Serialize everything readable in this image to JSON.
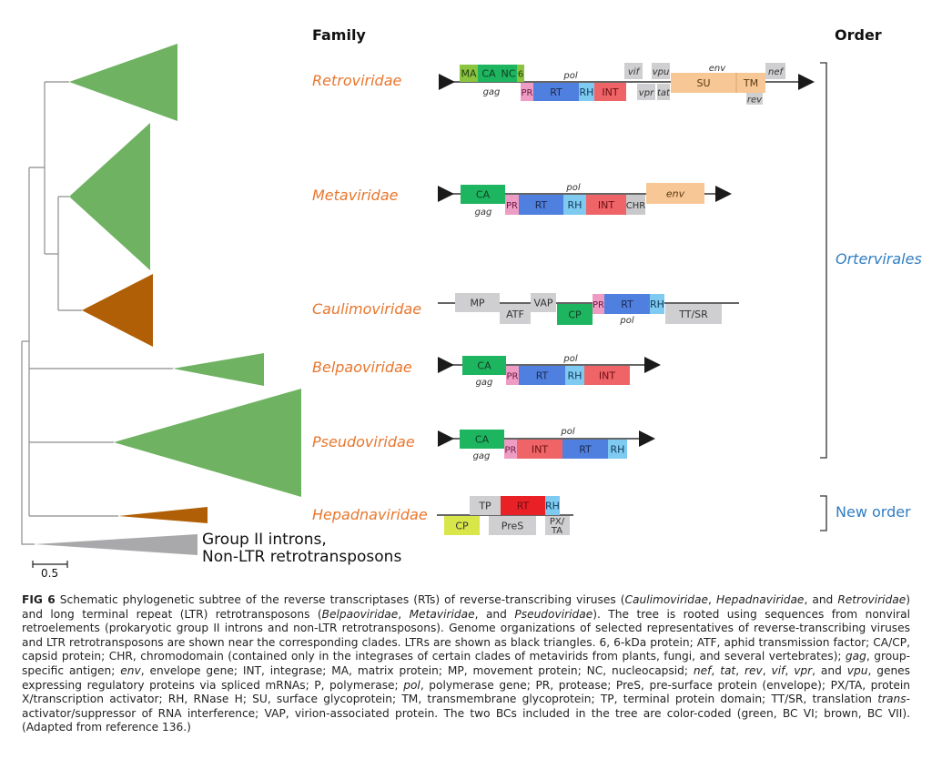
{
  "headers": {
    "family": "Family",
    "order": "Order"
  },
  "colors": {
    "bc_vi_green": "#6fb262",
    "bc_vii_brown": "#b05f06",
    "outgroup_gray": "#a9a9ab",
    "family_label": "#e8772e",
    "order_label": "#2f7dc2",
    "MA": "#8bc43f",
    "CA": "#1db55f",
    "NC": "#1db55f",
    "6": "#8bc43f",
    "PR": "#ee9cc4",
    "RT": "#4f7fdf",
    "RH": "#7fcaf1",
    "INT": "#ee6467",
    "env": "#f7c795",
    "accessory": "#cfcfd1",
    "CHR": "#c9c9cb",
    "hep_RT": "#ea2027",
    "hep_CP": "#d8e64a",
    "LTR": "#1a1a1a"
  },
  "tree": {
    "clades": [
      {
        "name": "Retroviridae",
        "bc": "BC VI",
        "color": "green"
      },
      {
        "name": "Metaviridae",
        "bc": "BC VI",
        "color": "green"
      },
      {
        "name": "Caulimoviridae",
        "bc": "BC VII",
        "color": "brown"
      },
      {
        "name": "Belpaoviridae",
        "bc": "BC VI",
        "color": "green"
      },
      {
        "name": "Pseudoviridae",
        "bc": "BC VI",
        "color": "green"
      },
      {
        "name": "Hepadnaviridae",
        "bc": "BC VII",
        "color": "brown"
      },
      {
        "name": "Group II introns, Non-LTR retrotransposons",
        "bc": "outgroup",
        "color": "gray"
      }
    ],
    "outgroup_label_line1": "Group II introns,",
    "outgroup_label_line2": "Non-LTR retrotransposons",
    "scale_bar_label": "0.5"
  },
  "families": [
    {
      "name": "Retroviridae"
    },
    {
      "name": "Metaviridae"
    },
    {
      "name": "Caulimoviridae"
    },
    {
      "name": "Belpaoviridae"
    },
    {
      "name": "Pseudoviridae"
    },
    {
      "name": "Hepadnaviridae"
    }
  ],
  "orders": {
    "ortervirales": "Ortervirales",
    "new_order": "New order"
  },
  "genomes": {
    "retroviridae": {
      "ltr": true,
      "gag_label": "gag",
      "pol_label": "pol",
      "env_label": "env",
      "gag": [
        "MA",
        "CA",
        "NC",
        "6"
      ],
      "pol": [
        "PR",
        "RT",
        "RH",
        "INT"
      ],
      "env": [
        "SU",
        "TM"
      ],
      "accessory_top": [
        "vif",
        "vpu",
        "nef"
      ],
      "accessory_bottom": [
        "vpr",
        "tat",
        "rev"
      ]
    },
    "metaviridae": {
      "ltr": true,
      "gag_label": "gag",
      "pol_label": "pol",
      "gag": [
        "CA"
      ],
      "pol": [
        "PR",
        "RT",
        "RH",
        "INT",
        "CHR"
      ],
      "env": [
        "env"
      ]
    },
    "caulimoviridae": {
      "ltr": false,
      "pol_label": "pol",
      "orfs": [
        "MP",
        "ATF",
        "VAP",
        "CP",
        "PR",
        "RT",
        "RH",
        "TT/SR"
      ]
    },
    "belpaoviridae": {
      "ltr": true,
      "gag_label": "gag",
      "pol_label": "pol",
      "gag": [
        "CA"
      ],
      "pol": [
        "PR",
        "RT",
        "RH",
        "INT"
      ]
    },
    "pseudoviridae": {
      "ltr": true,
      "gag_label": "gag",
      "pol_label": "pol",
      "gag": [
        "CA"
      ],
      "pol": [
        "PR",
        "INT",
        "RT",
        "RH"
      ]
    },
    "hepadnaviridae": {
      "ltr": false,
      "orfs_top": [
        "TP",
        "RT",
        "RH"
      ],
      "orfs_bottom": [
        "CP",
        "PreS",
        "PX/\nTA"
      ],
      "px_line1": "PX/",
      "px_line2": "TA"
    }
  },
  "caption": {
    "label": "FIG 6",
    "segments": [
      {
        "t": " Schematic phylogenetic subtree of the reverse transcriptases (RTs) of reverse-transcribing viruses ("
      },
      {
        "t": "Caulimoviridae",
        "i": true
      },
      {
        "t": ", "
      },
      {
        "t": "Hepadnaviridae",
        "i": true
      },
      {
        "t": ", and "
      },
      {
        "t": "Retroviridae",
        "i": true
      },
      {
        "t": ") and long terminal repeat (LTR) retrotransposons ("
      },
      {
        "t": "Belpaoviridae",
        "i": true
      },
      {
        "t": ", "
      },
      {
        "t": "Metaviridae",
        "i": true
      },
      {
        "t": ", and "
      },
      {
        "t": "Pseudoviridae",
        "i": true
      },
      {
        "t": "). The tree is rooted using sequences from nonviral retroelements (prokaryotic group II introns and non-LTR retrotransposons). Genome organizations of selected representatives of reverse-transcribing viruses and LTR retrotransposons are shown near the corresponding clades. LTRs are shown as black triangles. 6, 6-kDa protein; ATF, aphid transmission factor; CA/CP, capsid protein; CHR, chromodomain (contained only in the integrases of certain clades of metavirids from plants, fungi, and several vertebrates); "
      },
      {
        "t": "gag",
        "i": true
      },
      {
        "t": ", group-specific antigen; "
      },
      {
        "t": "env",
        "i": true
      },
      {
        "t": ", envelope gene; INT, integrase; MA, matrix protein; MP, movement protein; NC, nucleocapsid; "
      },
      {
        "t": "nef",
        "i": true
      },
      {
        "t": ", "
      },
      {
        "t": "tat",
        "i": true
      },
      {
        "t": ", "
      },
      {
        "t": "rev",
        "i": true
      },
      {
        "t": ", "
      },
      {
        "t": "vif",
        "i": true
      },
      {
        "t": ", "
      },
      {
        "t": "vpr",
        "i": true
      },
      {
        "t": ", and "
      },
      {
        "t": "vpu",
        "i": true
      },
      {
        "t": ", genes expressing regulatory proteins via spliced mRNAs; P, polymerase; "
      },
      {
        "t": "pol",
        "i": true
      },
      {
        "t": ", polymerase gene; PR, protease; PreS, pre-surface protein (envelope); PX/TA, protein X/transcription activator; RH, RNase H; SU, surface glycoprotein; TM, transmembrane glycoprotein; TP, terminal protein domain; TT/SR, translation "
      },
      {
        "t": "trans",
        "i": true
      },
      {
        "t": "-activator/suppressor of RNA interference; VAP, virion-associated protein. The two BCs included in the tree are color-coded (green, BC VI; brown, BC VII). (Adapted from reference 136.)"
      }
    ]
  }
}
